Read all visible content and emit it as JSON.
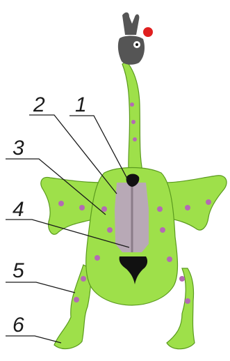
{
  "labels": [
    {
      "text": "1",
      "part": "sternum-notch"
    },
    {
      "text": "2",
      "part": "keel"
    },
    {
      "text": "3",
      "part": "rib-cage"
    },
    {
      "text": "4",
      "part": "sternum-plate"
    },
    {
      "text": "5",
      "part": "femur"
    },
    {
      "text": "6",
      "part": "foot"
    }
  ],
  "colors": {
    "body": "#9ee04a",
    "body_stroke": "#5a9a1e",
    "bone": "#b8a9b6",
    "joint": "#b46ab4",
    "dark": "#111111",
    "eye": "#ffffff",
    "comb": "#e02020",
    "head": "#555555",
    "line": "#1a1a1a",
    "text": "#1a1a1a"
  }
}
